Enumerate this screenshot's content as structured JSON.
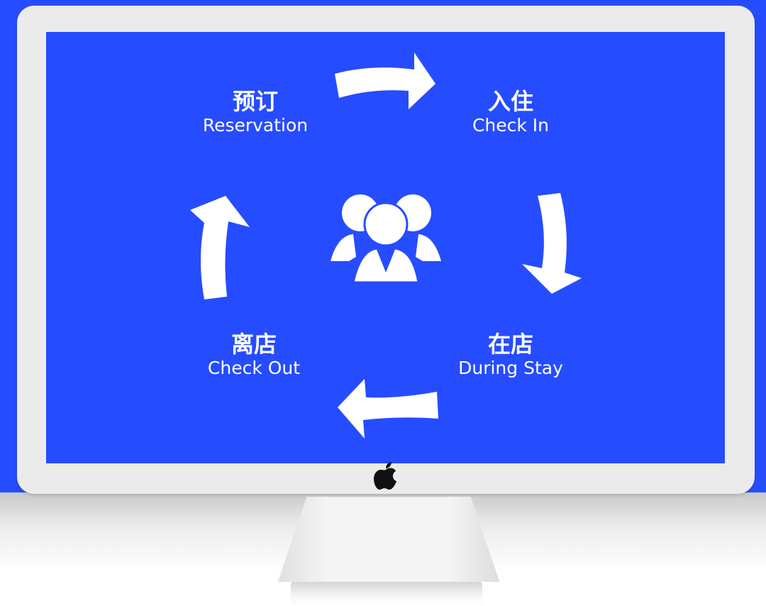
{
  "stages": {
    "reservation": {
      "zh": "预订",
      "en": "Reservation"
    },
    "check_in": {
      "zh": "入住",
      "en": "Check In"
    },
    "during_stay": {
      "zh": "在店",
      "en": "During Stay"
    },
    "check_out": {
      "zh": "离店",
      "en": "Check Out"
    }
  },
  "colors": {
    "screen": "#264cff",
    "frame": "#ebebeb",
    "foreground": "#ffffff"
  },
  "icons": {
    "center": "people-group-icon",
    "logo": "apple-logo-icon",
    "flow": "curved-arrow-icon"
  }
}
